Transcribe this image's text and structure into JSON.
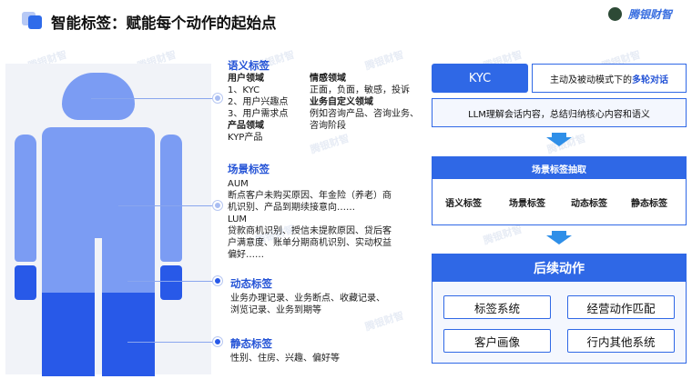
{
  "header": {
    "title": "智能标签：赋能每个动作的起始点",
    "brand": "腾银财智"
  },
  "watermark_text": "腾银财智",
  "tags": {
    "semantic": {
      "title": "语义标签",
      "col1_head": "用户领域",
      "col1_lines": [
        "1、KYC",
        "2、用户兴趣点",
        "3、用户需求点",
        "产品领域",
        "KYP产品"
      ],
      "col2_head": "情感领域",
      "col2_lines": [
        "正面，负面，敏感，投诉",
        "业务自定义领域",
        "例如咨询产品、咨询业务、",
        "咨询阶段"
      ]
    },
    "scene": {
      "title": "场景标签",
      "lines": [
        "AUM",
        "断点客户未购买原因、年金险（养老）商",
        "机识别、产品到期续接意向……",
        "LUM",
        "贷款商机识别、授信未提款原因、贷后客",
        "户满意度、账单分期商机识别、实动权益",
        "偏好……"
      ]
    },
    "dynamic": {
      "title": "动态标签",
      "lines": [
        "业务办理记录、业务断点、收藏记录、",
        "浏览记录、业务到期等"
      ]
    },
    "static": {
      "title": "静态标签",
      "lines": [
        "性别、住房、兴趣、偏好等"
      ]
    }
  },
  "flow": {
    "kyc": "KYC",
    "kyc_desc_prefix": "主动及被动模式下的",
    "kyc_desc_highlight": "多轮对话",
    "llm": "LLM理解会话内容，总结归纳核心内容和语义",
    "scene_extract": {
      "title": "场景标签抽取",
      "items": [
        "语义标签",
        "场景标签",
        "动态标签",
        "静态标签"
      ]
    },
    "next": {
      "title": "后续动作",
      "items": [
        "标签系统",
        "经营动作匹配",
        "客户画像",
        "行内其他系统"
      ]
    }
  },
  "colors": {
    "primary": "#2f68e6",
    "figure_light": "#7b9cf3",
    "figure_dark": "#2859e8",
    "accent_text": "#2453d6",
    "arrow": "#2f8fe8"
  }
}
